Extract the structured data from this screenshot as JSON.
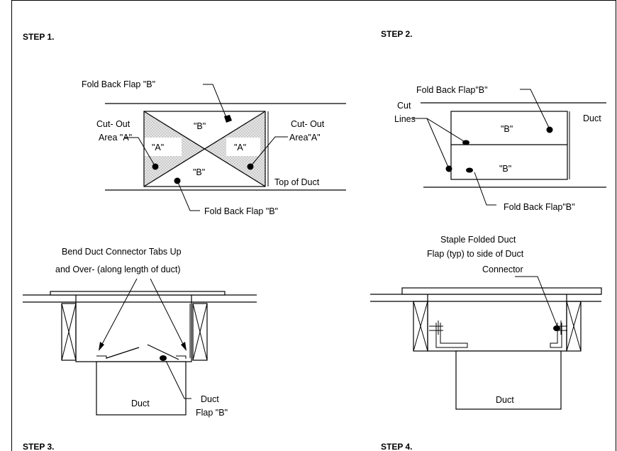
{
  "steps": {
    "step1": "STEP 1.",
    "step2": "STEP 2.",
    "step3": "STEP 3.",
    "step4": "STEP 4."
  },
  "step1": {
    "fold_back_top": "Fold Back Flap \"B\"",
    "cut_out_left_1": "Cut- Out",
    "cut_out_left_2": "Area \"A\"",
    "cut_out_right_1": "Cut- Out",
    "cut_out_right_2": "Area\"A\"",
    "b_top": "\"B\"",
    "b_bottom": "\"B\"",
    "a_left": "\"A\"",
    "a_right": "\"A\"",
    "top_of_duct": "Top of Duct",
    "fold_back_bottom": "Fold Back Flap \"B\""
  },
  "step2": {
    "fold_back_top": "Fold Back Flap\"B\"",
    "cut_1": "Cut",
    "cut_2": "Lines",
    "duct": "Duct",
    "b_top": "\"B\"",
    "b_bottom": "\"B\"",
    "fold_back_bottom": "Fold Back Flap\"B\""
  },
  "step3": {
    "bend_1": "Bend Duct Connector Tabs Up",
    "bend_2": "and Over- (along length of duct)",
    "duct": "Duct",
    "duct_flap_1": "Duct",
    "duct_flap_2": "Flap \"B\""
  },
  "step4": {
    "staple_1": "Staple Folded Duct",
    "staple_2": "Flap (typ) to side of Duct",
    "staple_3": "Connector",
    "duct": "Duct"
  }
}
